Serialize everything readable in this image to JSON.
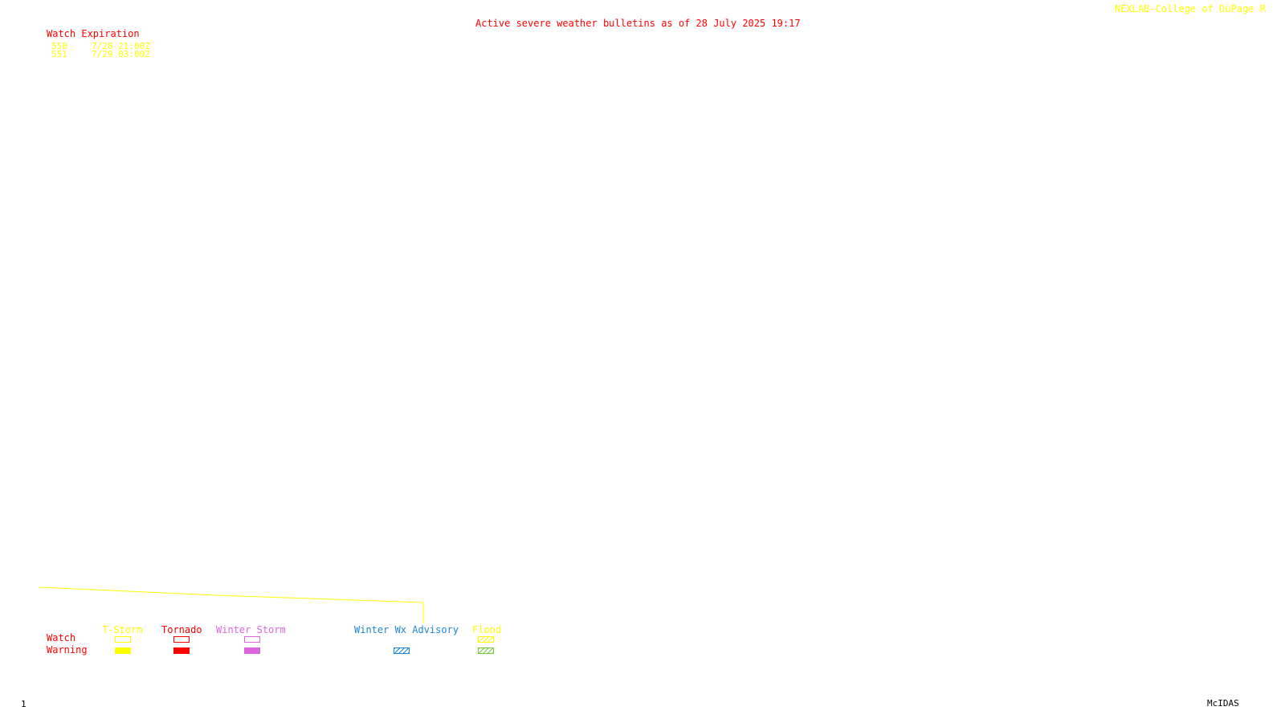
{
  "header": {
    "title": "Active severe weather bulletins as of 28 July 2025 19:17",
    "credit": "NEXLAB-College of DuPage R"
  },
  "watch_list": {
    "heading": "Watch Expiration",
    "items": [
      {
        "number": "550",
        "expires": "7/28 21:00Z"
      },
      {
        "number": "551",
        "expires": "7/29 03:00Z"
      }
    ]
  },
  "legend": {
    "row_labels": {
      "watch": "Watch",
      "warning": "Warning"
    },
    "categories": [
      {
        "label": "T-Storm",
        "color": "#ffff00",
        "watch_style": "outline",
        "warning_style": "solid"
      },
      {
        "label": "Tornado",
        "color": "#ff0000",
        "watch_style": "outline",
        "warning_style": "solid"
      },
      {
        "label": "Winter Storm",
        "color": "#dd66dd",
        "watch_style": "outline",
        "warning_style": "solid"
      },
      {
        "label": "Winter Wx Advisory",
        "color": "#1a88d8",
        "watch_style": "none",
        "warning_style": "hatched"
      },
      {
        "label": "Flood",
        "color": "#ffff00",
        "warning_color": "#77cc33",
        "watch_style": "hatched",
        "warning_style": "hatched"
      }
    ]
  },
  "footer": {
    "frame_number": "1",
    "software": "McIDAS"
  },
  "colors": {
    "background": "#ffffff",
    "title": "#ff0000",
    "credit": "#ffff00",
    "boundary_line": "#ffff00"
  }
}
